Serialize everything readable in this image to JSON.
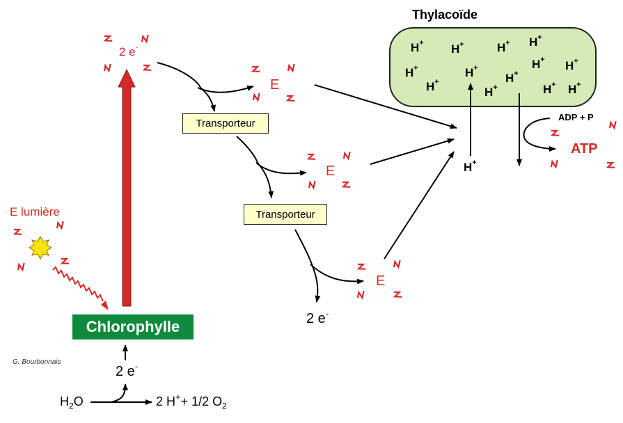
{
  "title": "Thylacoïde",
  "light_label": "E lumière",
  "energy_label": "E",
  "electrons_label": "2 e",
  "electron_sign": "-",
  "transporter_label": "Transporteur",
  "chlorophyll_label": "Chlorophylle",
  "proton_text": "H",
  "plus_sign": "+",
  "adp_label": "ADP + P",
  "atp_label": "ATP",
  "water": {
    "h": "H",
    "sub": "2",
    "o": "O"
  },
  "products": {
    "prefix": "2 H",
    "sup": "+",
    "middle": "+ 1/2 O",
    "sub": "2"
  },
  "credit": "G. Bourbonnais",
  "colors": {
    "red": "#d42a2a",
    "green_box": "#0f8a3c",
    "thylakoid_fill": "#d6eab8",
    "box_fill": "#ffffcc",
    "sun": "#ffe600"
  }
}
